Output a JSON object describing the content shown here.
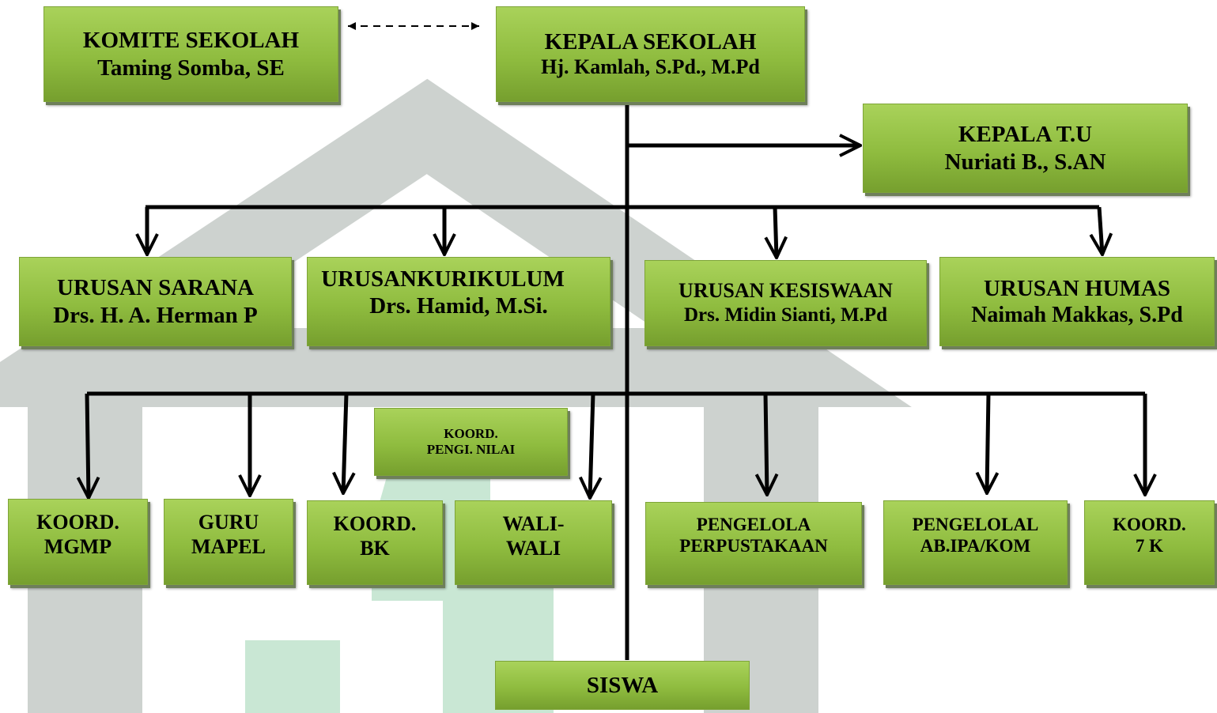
{
  "nodes": {
    "komite": {
      "line1": "KOMITE SEKOLAH",
      "line2": "Taming Somba, SE"
    },
    "kepala_sekolah": {
      "line1": "KEPALA SEKOLAH",
      "line2": "Hj. Kamlah, S.Pd., M.Pd"
    },
    "kepala_tu": {
      "line1": "KEPALA T.U",
      "line2": "Nuriati B., S.AN"
    },
    "urusan_sarana": {
      "line1": "URUSAN SARANA",
      "line2": "Drs. H. A. Herman P"
    },
    "urusan_kurikulum": {
      "line1": "URUSANKURIKULUM",
      "line2": "Drs. Hamid, M.Si."
    },
    "urusan_kesiswaan": {
      "line1": "URUSAN KESISWAAN",
      "line2": "Drs. Midin Sianti, M.Pd"
    },
    "urusan_humas": {
      "line1": "URUSAN HUMAS",
      "line2": "Naimah Makkas, S.Pd"
    },
    "koord_pengi_nilai": {
      "line1": "KOORD.",
      "line2": "PENGI. NILAI"
    },
    "koord_mgmp": {
      "line1": "KOORD.",
      "line2": "MGMP"
    },
    "guru_mapel": {
      "line1": "GURU",
      "line2": "MAPEL"
    },
    "koord_bk": {
      "line1": "KOORD.",
      "line2": "BK"
    },
    "wali_wali": {
      "line1": "WALI-",
      "line2": "WALI"
    },
    "pengelola_perpustakaan": {
      "line1": "PENGELOLA",
      "line2": "PERPUSTAKAAN"
    },
    "pengelola_lab": {
      "line1": "PENGELOLAL",
      "line2": "AB.IPA/KOM"
    },
    "koord_7k": {
      "line1": "KOORD.",
      "line2": "7 K"
    },
    "siswa": {
      "line1": "SISWA"
    }
  },
  "colors": {
    "box_fill_top": "#a9d25a",
    "box_fill_bottom": "#769f2e",
    "connector": "#000000",
    "watermark_gray": "#cdd2cf",
    "watermark_green": "#bfe3cd"
  }
}
